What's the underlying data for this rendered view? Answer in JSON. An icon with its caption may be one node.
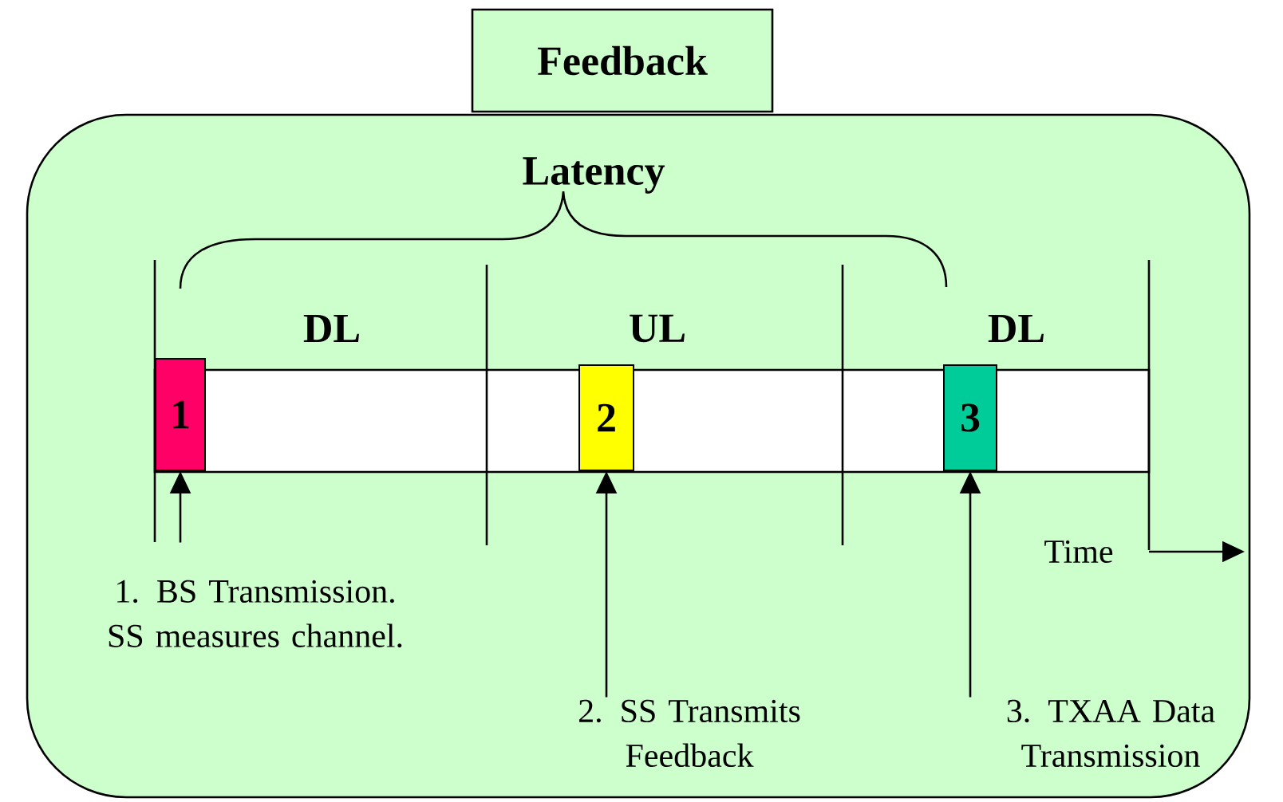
{
  "diagram": {
    "nodes": [
      {
        "text": [
          "Feedback"
        ]
      },
      {
        "text": [],
        "shape": "box"
      },
      {
        "text": [
          "1"
        ],
        "in": 1
      },
      {
        "text": [
          "2"
        ],
        "in": 1
      },
      {
        "text": [
          "3"
        ],
        "in": 1
      },
      {
        "text": [
          "1.  BS Transmission. SS measures channel."
        ],
        "in": 1
      },
      {
        "text": [
          "2.  SS Transmits Feedback"
        ],
        "in": 1
      },
      {
        "text": [
          "3.  TXAA Data Transmission"
        ],
        "in": 1
      }
    ],
    "edges": [
      {
        "from": 5,
        "to": 2,
        "arrow": "to"
      },
      {
        "from": 6,
        "to": 3,
        "arrow": "to"
      },
      {
        "from": 7,
        "to": 4,
        "arrow": "to"
      }
    ],
    "labels": [
      "Latency",
      "DL",
      "UL",
      "DL",
      "Time"
    ]
  }
}
